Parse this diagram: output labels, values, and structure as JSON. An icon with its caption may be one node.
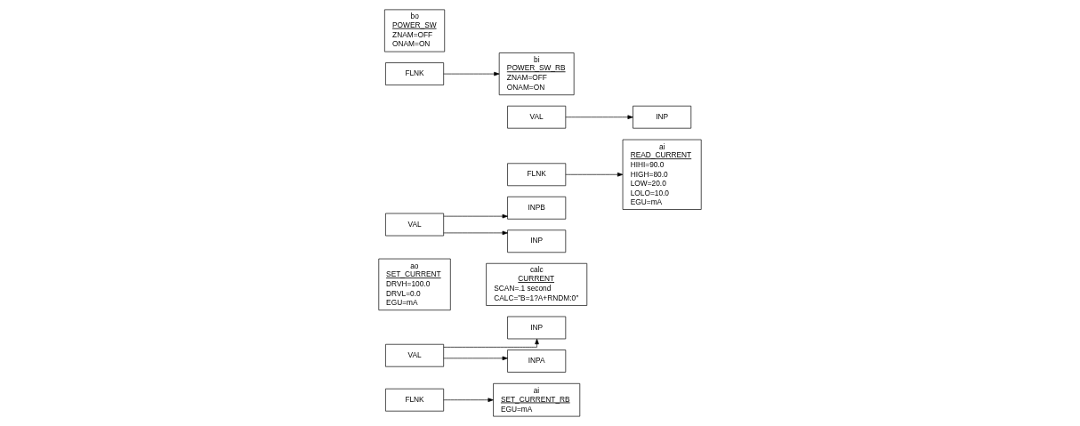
{
  "diagram": {
    "nodes": [
      {
        "text": [
          "ai",
          "SET_CURRENT_RB",
          "EGU=mA"
        ]
      },
      {
        "text": [
          "INP"
        ]
      },
      {
        "text": [
          "ao",
          "SET_CURRENT",
          "DRVH=100.0",
          "DRVL=0.0",
          "EGU=mA"
        ]
      },
      {
        "text": [
          "FLNK"
        ]
      },
      {
        "text": [
          "VAL"
        ]
      },
      {
        "text": [
          "calc",
          "CURRENT",
          "SCAN=.1 second",
          "CALC=”B=1?A+RNDM:0″"
        ]
      },
      {
        "text": [
          "INPA"
        ]
      },
      {
        "text": [
          "INPB"
        ]
      },
      {
        "text": [
          "FLNK"
        ]
      },
      {
        "text": [
          "VAL"
        ]
      },
      {
        "text": [
          "ai",
          "READ_CURRENT",
          "HIHI=90.0",
          "HIGH=80.0",
          "LOW=20.0",
          "LOLO=10.0",
          "EGU=mA"
        ]
      },
      {
        "text": [
          "INP"
        ]
      },
      {
        "text": [
          "bi",
          "POWER_SW_RB",
          "ZNAM=OFF",
          "ONAM=ON"
        ]
      },
      {
        "text": [
          "INP"
        ]
      },
      {
        "text": [
          "bo",
          "POWER_SW",
          "ZNAM=OFF",
          "ONAM=ON"
        ]
      },
      {
        "text": [
          "FLNK"
        ]
      },
      {
        "text": [
          "VAL"
        ]
      }
    ],
    "edges": [
      {
        "from": 3,
        "to": 0,
        "arrow": "to"
      },
      {
        "from": 4,
        "to": 1,
        "arrow": "to"
      },
      {
        "from": 4,
        "to": 6,
        "arrow": "to"
      },
      {
        "from": 16,
        "to": 7,
        "arrow": "to"
      },
      {
        "from": 8,
        "to": 10,
        "arrow": "to"
      },
      {
        "from": 9,
        "to": 11,
        "arrow": "to"
      },
      {
        "from": 15,
        "to": 12,
        "arrow": "to"
      },
      {
        "from": 16,
        "to": 13,
        "arrow": "to"
      }
    ]
  }
}
